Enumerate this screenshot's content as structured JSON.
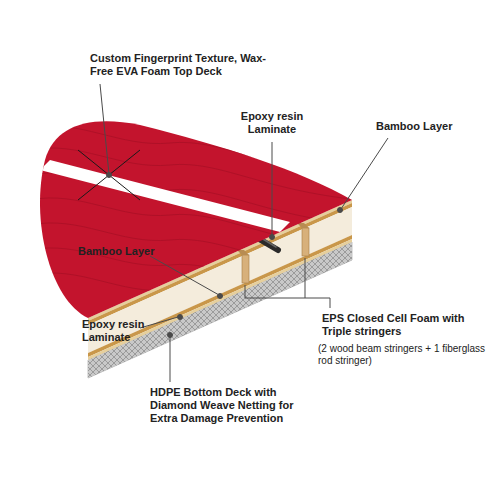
{
  "diagram": {
    "labels": [
      "Custom Fingerprint Texture, Wax-Free EVA Foam Top Deck",
      "Epoxy resin Laminate",
      "Bamboo Layer",
      "Bamboo Layer",
      "Epoxy resin Laminate",
      "HDPE Bottom Deck with Diamond Weave Netting for Extra Damage Prevention",
      "EPS Closed Cell Foam with Triple stringers",
      "(2 wood beam stringers + 1 fiberglass rod stringer)"
    ]
  }
}
